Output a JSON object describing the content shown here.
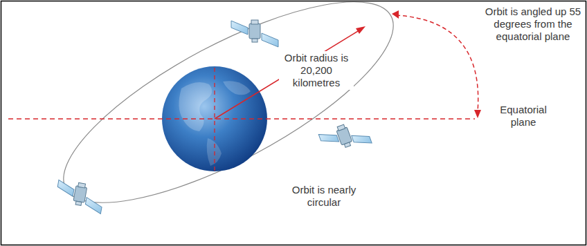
{
  "diagram": {
    "labels": [
      "Orbit is angled up 55 degrees from the equatorial plane",
      "Orbit radius is 20,200 kilometres",
      "Equatorial plane",
      "Orbit is nearly circular"
    ]
  }
}
